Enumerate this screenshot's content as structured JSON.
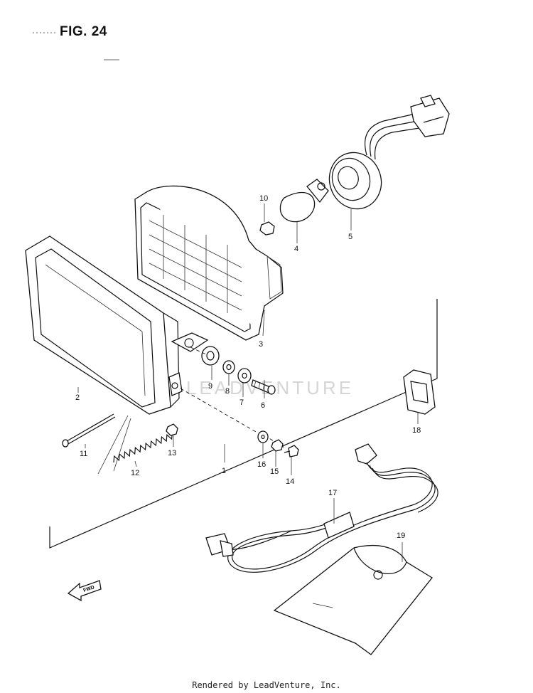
{
  "figure": {
    "title": "FIG. 24"
  },
  "watermark": "LEADVENTURE",
  "footer": "Rendered by LeadVenture, Inc.",
  "fwd_label": "FWD",
  "callouts": [
    "1",
    "2",
    "3",
    "4",
    "5",
    "6",
    "7",
    "8",
    "9",
    "10",
    "11",
    "12",
    "13",
    "14",
    "15",
    "16",
    "17",
    "18",
    "19"
  ]
}
